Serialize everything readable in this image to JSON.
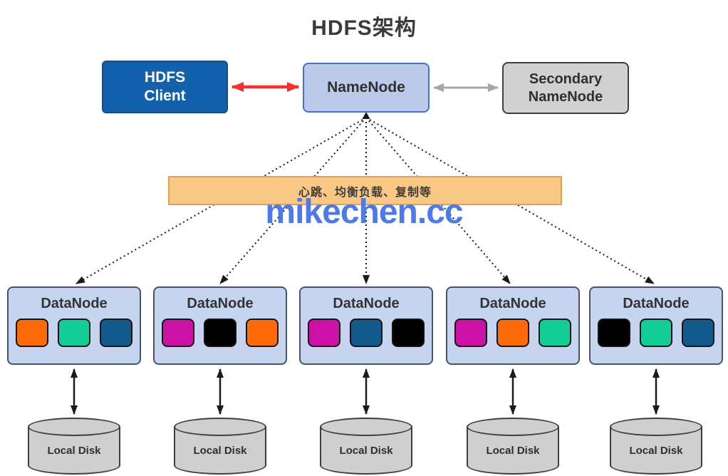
{
  "title": "HDFS架构",
  "nodes": {
    "client": {
      "line1": "HDFS",
      "line2": "Client"
    },
    "namenode": {
      "label": "NameNode"
    },
    "secondary": {
      "line1": "Secondary",
      "line2": "NameNode"
    }
  },
  "banner": {
    "label": "心跳、均衡负载、复制等"
  },
  "watermark": {
    "text": "mikechen.cc"
  },
  "datanodes": [
    {
      "label": "DataNode",
      "blocks": [
        "#ff6b0a",
        "#12cd95",
        "#135a8c"
      ]
    },
    {
      "label": "DataNode",
      "blocks": [
        "#cc11a6",
        "#000000",
        "#ff6b0a"
      ]
    },
    {
      "label": "DataNode",
      "blocks": [
        "#cc11a6",
        "#135a8c",
        "#000000"
      ]
    },
    {
      "label": "DataNode",
      "blocks": [
        "#cc11a6",
        "#ff6b0a",
        "#12cd95"
      ]
    },
    {
      "label": "DataNode",
      "blocks": [
        "#000000",
        "#12cd95",
        "#135a8c"
      ]
    }
  ],
  "disks": [
    {
      "label": "Local Disk"
    },
    {
      "label": "Local Disk"
    },
    {
      "label": "Local Disk"
    },
    {
      "label": "Local Disk"
    },
    {
      "label": "Local Disk"
    }
  ],
  "colors": {
    "title_text": "#3a3a3a",
    "client_fill": "#1360ac",
    "client_text": "#ffffff",
    "namenode_fill": "#bccae9",
    "namenode_border": "#4472c4",
    "secondary_fill": "#d1d1d1",
    "secondary_border": "#3f3f3f",
    "red_arrow": "#f53030",
    "gray_arrow": "#a6a6a6",
    "banner_fill": "#f9c885",
    "banner_border": "#dfa057",
    "watermark_text": "#4e79e8",
    "datanode_fill": "#c6d4f0",
    "datanode_border": "#44546a",
    "block_orange": "#ff6b0a",
    "block_green": "#12cd95",
    "block_blue": "#135a8c",
    "block_magenta": "#cc11a6",
    "block_black": "#000000",
    "disk_fill": "#cfcfcf",
    "disk_border": "#3f3f3f",
    "dotted_line": "#1a1a1a"
  }
}
